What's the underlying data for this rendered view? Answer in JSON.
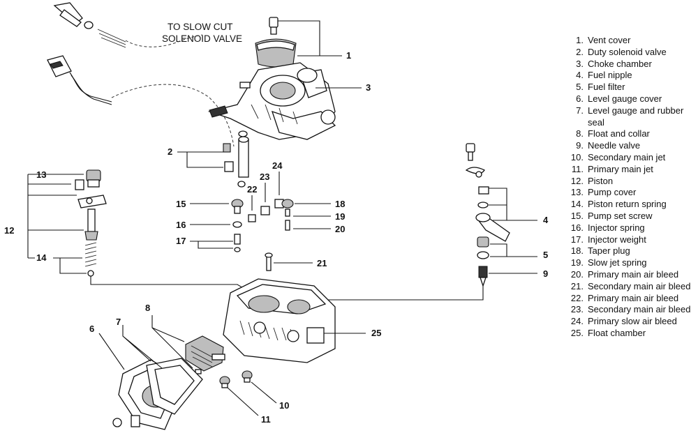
{
  "note": {
    "line1": "TO SLOW CUT",
    "line2": "SOLENOID VALVE"
  },
  "callouts": [
    "1",
    "2",
    "3",
    "4",
    "5",
    "6",
    "7",
    "8",
    "9",
    "10",
    "11",
    "12",
    "13",
    "14",
    "15",
    "16",
    "17",
    "18",
    "19",
    "20",
    "21",
    "22",
    "23",
    "24",
    "25"
  ],
  "legend": [
    {
      "num": "1.",
      "text": "Vent cover"
    },
    {
      "num": "2.",
      "text": "Duty solenoid valve"
    },
    {
      "num": "3.",
      "text": "Choke chamber"
    },
    {
      "num": "4.",
      "text": "Fuel nipple"
    },
    {
      "num": "5.",
      "text": "Fuel filter"
    },
    {
      "num": "6.",
      "text": "Level gauge cover"
    },
    {
      "num": "7.",
      "text": "Level gauge and rubber seal"
    },
    {
      "num": "8.",
      "text": "Float and collar"
    },
    {
      "num": "9.",
      "text": "Needle valve"
    },
    {
      "num": "10.",
      "text": "Secondary main jet"
    },
    {
      "num": "11.",
      "text": "Primary main jet"
    },
    {
      "num": "12.",
      "text": "Piston"
    },
    {
      "num": "13.",
      "text": "Pump cover"
    },
    {
      "num": "14.",
      "text": "Piston return spring"
    },
    {
      "num": "15.",
      "text": "Pump set screw"
    },
    {
      "num": "16.",
      "text": "Injector spring"
    },
    {
      "num": "17.",
      "text": "Injector weight"
    },
    {
      "num": "18.",
      "text": "Taper plug"
    },
    {
      "num": "19.",
      "text": "Slow jet spring"
    },
    {
      "num": "20.",
      "text": "Primary main air bleed"
    },
    {
      "num": "21.",
      "text": "Secondary main air bleed"
    },
    {
      "num": "22.",
      "text": "Primary main air bleed"
    },
    {
      "num": "23.",
      "text": "Secondary main air bleed"
    },
    {
      "num": "24.",
      "text": "Primary slow air bleed"
    },
    {
      "num": "25.",
      "text": "Float chamber"
    }
  ]
}
